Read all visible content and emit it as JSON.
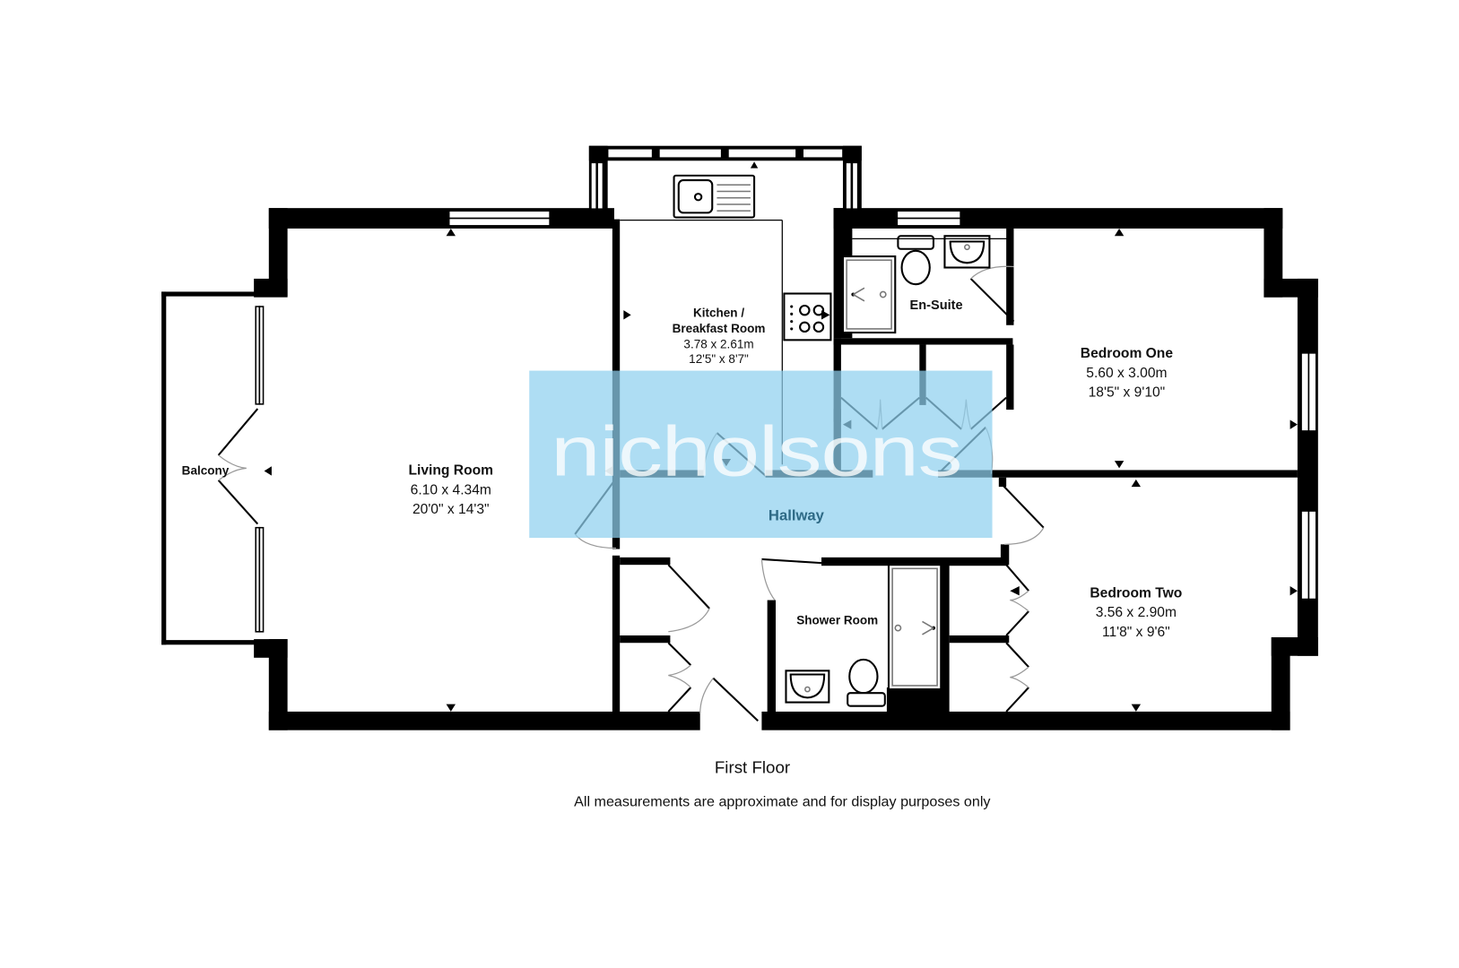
{
  "floor_label": "First Floor",
  "disclaimer": "All measurements are approximate and for display purposes only",
  "watermark": {
    "text": "nicholsons",
    "color": "#8fd0ee"
  },
  "rooms": {
    "living_room": {
      "name": "Living Room",
      "metric": "6.10 x 4.34m",
      "imperial": "20'0\" x 14'3\""
    },
    "kitchen": {
      "name_line1": "Kitchen /",
      "name_line2": "Breakfast Room",
      "metric": "3.78 x 2.61m",
      "imperial": "12'5\" x 8'7\""
    },
    "en_suite": {
      "name": "En-Suite"
    },
    "bedroom_one": {
      "name": "Bedroom One",
      "metric": "5.60 x 3.00m",
      "imperial": "18'5\" x 9'10\""
    },
    "bedroom_two": {
      "name": "Bedroom Two",
      "metric": "3.56 x 2.90m",
      "imperial": "11'8\" x 9'6\""
    },
    "hallway": {
      "name": "Hallway"
    },
    "shower_room": {
      "name": "Shower Room"
    },
    "balcony": {
      "name": "Balcony"
    }
  },
  "colors": {
    "wall": "#000000",
    "watermark_box": "#8fd0ee",
    "hallway_text": "#2e6a86"
  }
}
